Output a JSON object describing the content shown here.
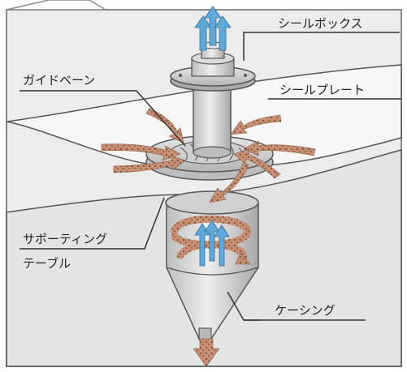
{
  "labels": {
    "seal_box": "シールボックス",
    "guide_vane": "ガイドベーン",
    "seal_plate": "シールプレート",
    "supporting_table_line1": "サポーティング",
    "supporting_table_line2": "テーブル",
    "casing": "ケーシング"
  },
  "colors": {
    "background": "#ececec",
    "frame": "#8a8a8a",
    "metal": "#d4d4d4",
    "metal_dark": "#9a9a9a",
    "dust_arrow": "#c98f73",
    "air_arrow": "#5fa8d8",
    "leader_line": "#333333"
  }
}
